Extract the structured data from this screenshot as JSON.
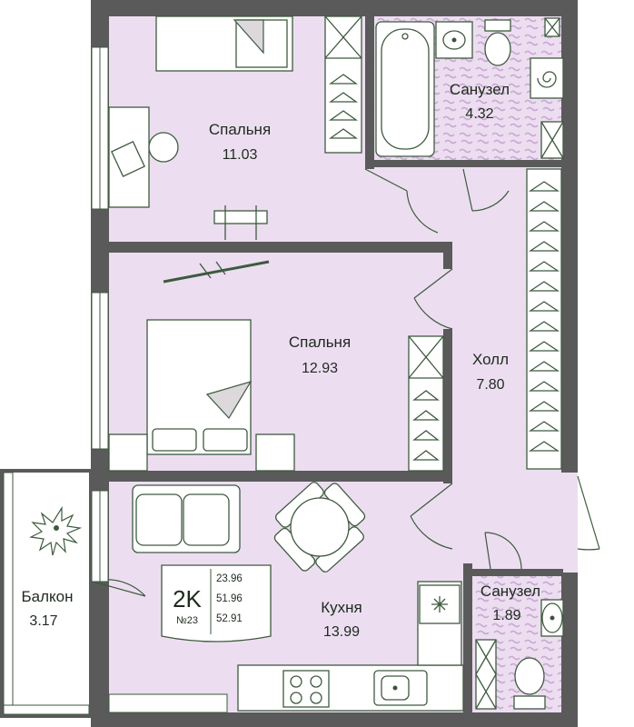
{
  "colors": {
    "wall": "#555555",
    "floor": "#ecdef0",
    "balcony": "#ffffff",
    "tile_pattern": "#c9a9d3",
    "furniture_line": "#3e5a3e",
    "text": "#1e2a1e"
  },
  "rooms": {
    "bedroom1": {
      "label": "Спальня",
      "area": "11.03"
    },
    "bathroom1": {
      "label": "Санузел",
      "area": "4.32"
    },
    "bedroom2": {
      "label": "Спальня",
      "area": "12.93"
    },
    "hall": {
      "label": "Холл",
      "area": "7.80"
    },
    "kitchen": {
      "label": "Кухня",
      "area": "13.99"
    },
    "bathroom2": {
      "label": "Санузел",
      "area": "1.89"
    },
    "balcony": {
      "label": "Балкон",
      "area": "3.17"
    }
  },
  "badge": {
    "type": "2K",
    "number": "№23",
    "areas": [
      "23.96",
      "51.96",
      "52.91"
    ]
  },
  "icons": [
    "bed-icon",
    "desk-icon",
    "chair-icon",
    "laptop-icon",
    "wardrobe-icon",
    "hanger-icon",
    "bathtub-icon",
    "sink-icon",
    "toilet-icon",
    "shower-icon",
    "washing-machine-icon",
    "sofa-icon",
    "dining-table-icon",
    "stove-icon",
    "kitchen-sink-icon",
    "fridge-icon",
    "plant-icon",
    "window-icon",
    "door-icon"
  ]
}
